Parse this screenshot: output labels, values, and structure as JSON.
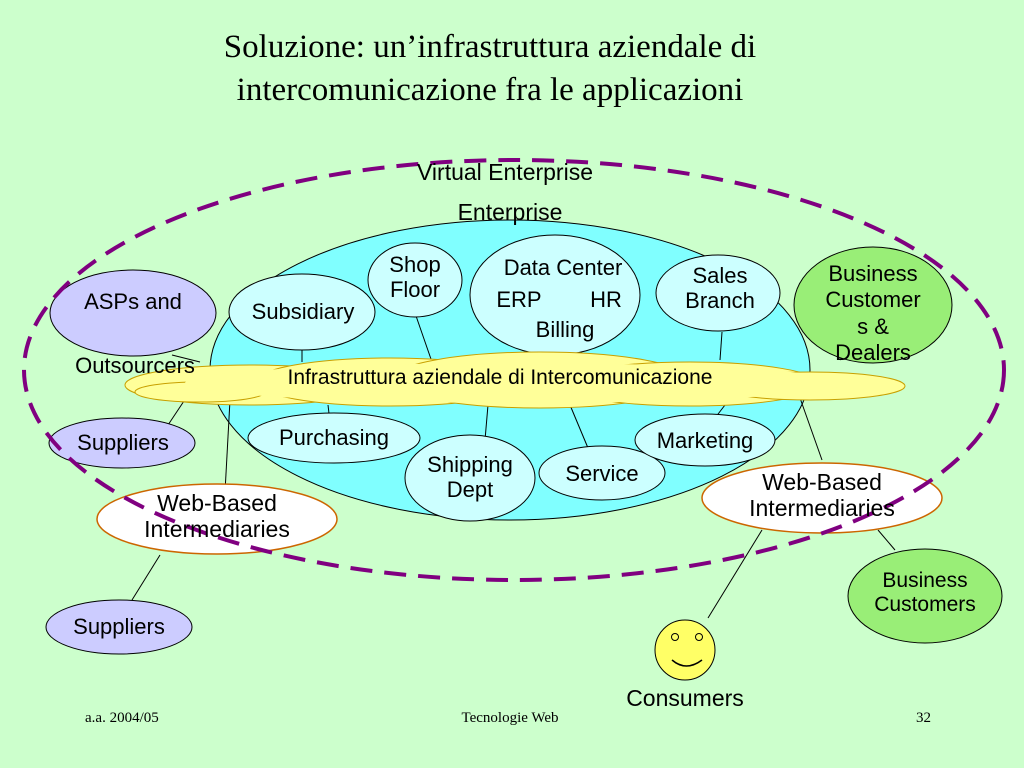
{
  "slide": {
    "title_line1": "Soluzione: un’infrastruttura aziendale di",
    "title_line2": "intercomunicazione fra le applicazioni"
  },
  "diagram": {
    "virtual_enterprise": "Virtual Enterprise",
    "enterprise": "Enterprise",
    "shop_floor": [
      "Shop",
      "Floor"
    ],
    "data_center": [
      "Data Center",
      "ERP",
      "HR",
      "Billing"
    ],
    "sales_branch": [
      "Sales",
      "Branch"
    ],
    "subsidiary": "Subsidiary",
    "infrastructure": "Infrastruttura aziendale di Intercomunicazione",
    "purchasing": "Purchasing",
    "shipping_dept": [
      "Shipping",
      "Dept"
    ],
    "service": "Service",
    "marketing": "Marketing",
    "asps": [
      "ASPs and",
      "Outsourcers"
    ],
    "suppliers_top": "Suppliers",
    "suppliers_bottom": "Suppliers",
    "web_intermediaries_left": [
      "Web-Based",
      "Intermediaries"
    ],
    "web_intermediaries_right": [
      "Web-Based",
      "Intermediaries"
    ],
    "business_customers_top": [
      "Business",
      "Customer",
      "s &",
      "Dealers"
    ],
    "business_customers_bottom": [
      "Business",
      "Customers"
    ],
    "consumers": "Consumers"
  },
  "footer": {
    "left": "a.a. 2004/05",
    "center": "Tecnologie Web",
    "right": "32"
  },
  "colors": {
    "background": "#ccffcc",
    "enterprise_fill": "#80ffff",
    "department_fill": "#ccffff",
    "external_fill": "#ccccff",
    "infrastructure_fill": "#ffff99",
    "customer_fill": "#99ee77",
    "dashed_border": "#800080",
    "smiley_fill": "#ffff66"
  }
}
